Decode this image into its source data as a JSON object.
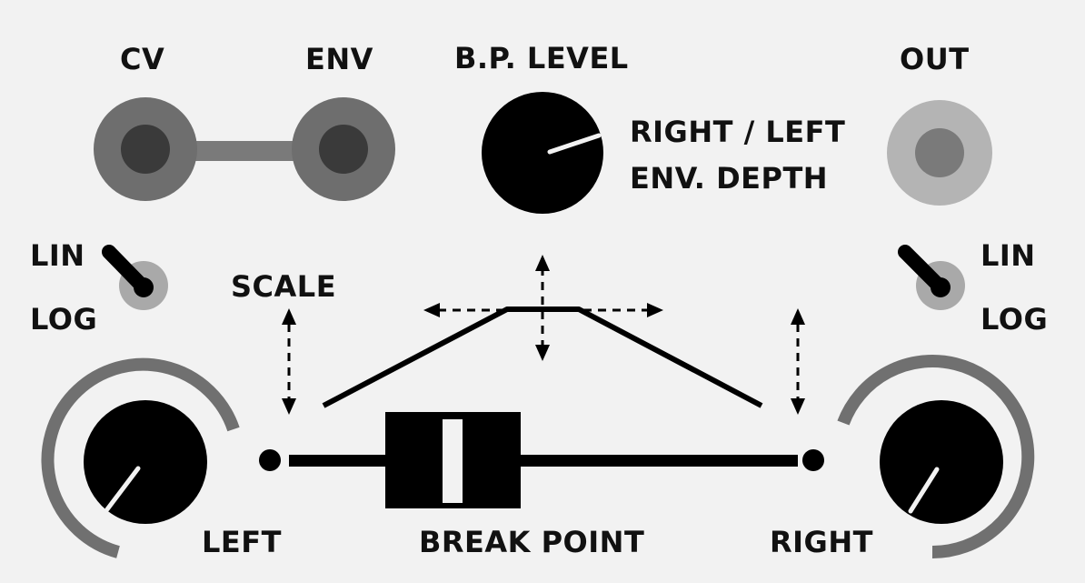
{
  "labels": {
    "cv": "CV",
    "env": "ENV",
    "bp_level": "B.P. LEVEL",
    "right_left": "RIGHT / LEFT",
    "env_depth": "ENV. DEPTH",
    "out": "OUT",
    "lin_left": "LIN",
    "log_left": "LOG",
    "lin_right": "LIN",
    "log_right": "LOG",
    "scale": "SCALE",
    "left": "LEFT",
    "break_point": "BREAK POINT",
    "right": "RIGHT"
  },
  "colors": {
    "background": "#f2f2f2",
    "text": "#111111",
    "knob": "#000000",
    "jack_dark_outer": "#6e6e6e",
    "jack_dark_inner": "#3a3a3a",
    "jack_out_outer": "#b4b4b4",
    "jack_out_inner": "#7a7a7a",
    "arc": "#707070",
    "toggle_base": "#a9a9a9"
  },
  "icons": {
    "cv_jack": "jack-socket",
    "env_jack": "jack-socket",
    "out_jack": "jack-socket",
    "bp_level_knob": "rotary-knob",
    "left_knob": "rotary-knob",
    "right_knob": "rotary-knob",
    "left_switch": "toggle-switch",
    "right_switch": "toggle-switch",
    "break_point_slider": "slide-fader"
  }
}
